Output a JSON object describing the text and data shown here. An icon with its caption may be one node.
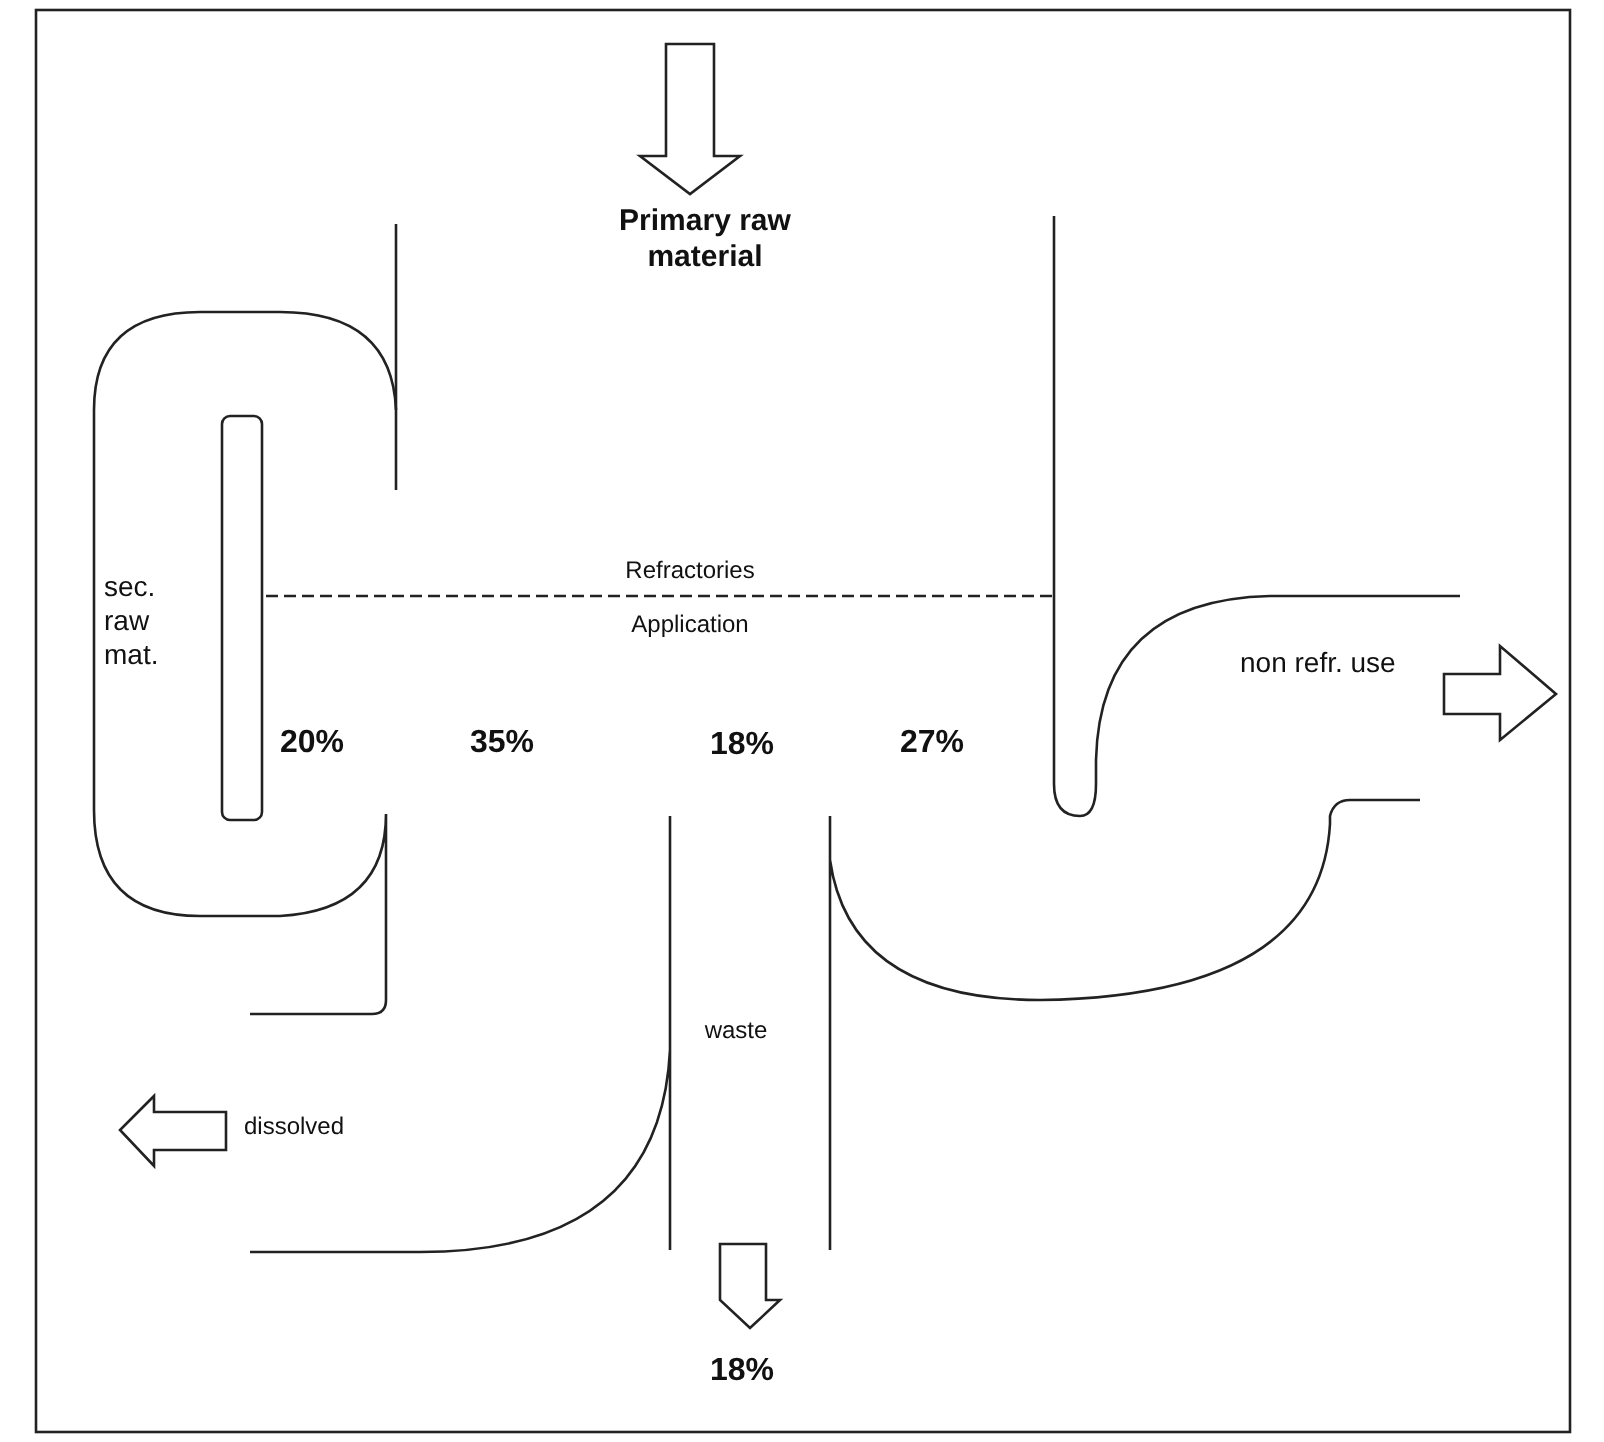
{
  "diagram": {
    "labels": [
      "Primary raw material",
      "Refractories",
      "Application",
      "sec. raw mat.",
      "non refr. use",
      "20%",
      "35%",
      "18%",
      "27%",
      "waste",
      "dissolved",
      "18%"
    ]
  }
}
